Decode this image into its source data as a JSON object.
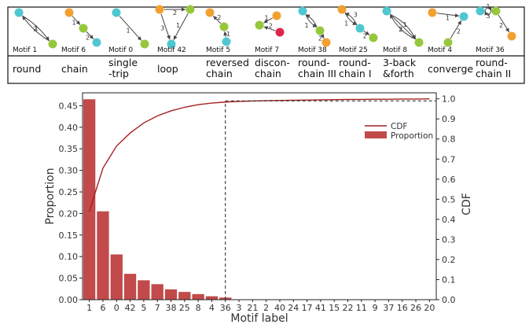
{
  "motifs": [
    {
      "label": "Motif 1",
      "name_lines": [
        "round"
      ]
    },
    {
      "label": "Motif 6",
      "name_lines": [
        "chain"
      ]
    },
    {
      "label": "Motif 0",
      "name_lines": [
        "single",
        "-trip"
      ]
    },
    {
      "label": "Motif 42",
      "name_lines": [
        "loop"
      ]
    },
    {
      "label": "Motif 5",
      "name_lines": [
        "reversed",
        "chain"
      ]
    },
    {
      "label": "Motif 7",
      "name_lines": [
        "discon-",
        "chain"
      ]
    },
    {
      "label": "Motif 38",
      "name_lines": [
        "round-",
        "chain III"
      ]
    },
    {
      "label": "Motif 25",
      "name_lines": [
        "round-",
        "chain I"
      ]
    },
    {
      "label": "Motif 8",
      "name_lines": [
        "3-back",
        "&forth"
      ]
    },
    {
      "label": "Motif 4",
      "name_lines": [
        "converge"
      ]
    },
    {
      "label": "Motif 36",
      "name_lines": [
        "round-",
        "chain II"
      ]
    }
  ],
  "node_colors": {
    "cyan": "#4fc7d1",
    "green": "#96c83c",
    "orange": "#f2a030",
    "red": "#e0254a"
  },
  "chart_data": {
    "type": "bar",
    "categories": [
      "1",
      "6",
      "0",
      "42",
      "5",
      "7",
      "38",
      "25",
      "8",
      "4",
      "36",
      "3",
      "21",
      "2",
      "40",
      "24",
      "17",
      "41",
      "15",
      "22",
      "11",
      "9",
      "37",
      "16",
      "26",
      "20"
    ],
    "series": [
      {
        "name": "Proportion",
        "type": "bar",
        "axis": "left",
        "values": [
          0.465,
          0.205,
          0.105,
          0.06,
          0.045,
          0.036,
          0.024,
          0.018,
          0.013,
          0.008,
          0.005,
          0,
          0,
          0,
          0,
          0,
          0,
          0,
          0,
          0,
          0,
          0,
          0,
          0,
          0,
          0
        ],
        "color": "#c24a4a"
      },
      {
        "name": "CDF",
        "type": "line",
        "axis": "right",
        "values": [
          0.44,
          0.655,
          0.765,
          0.83,
          0.88,
          0.915,
          0.94,
          0.958,
          0.971,
          0.979,
          0.984,
          0.987,
          0.989,
          0.991,
          0.992,
          0.993,
          0.994,
          0.995,
          0.996,
          0.997,
          0.997,
          0.998,
          0.998,
          0.999,
          0.999,
          1.0
        ],
        "color": "#a82020"
      }
    ],
    "xlabel": "Motif label",
    "ylabel": "Proportion",
    "y2label": "CDF",
    "ylim": [
      0,
      0.48
    ],
    "y2lim": [
      0,
      1.03
    ],
    "yticks": [
      "0.00",
      "0.05",
      "0.10",
      "0.15",
      "0.20",
      "0.25",
      "0.30",
      "0.35",
      "0.40",
      "0.45"
    ],
    "y2ticks": [
      "0.0",
      "0.1",
      "0.2",
      "0.3",
      "0.4",
      "0.5",
      "0.6",
      "0.7",
      "0.8",
      "0.9",
      "1.0"
    ],
    "reference_lines": {
      "vertical_at_category": "36",
      "horizontal_cdf": 0.99
    },
    "legend_position": "upper-right",
    "grid": false
  }
}
